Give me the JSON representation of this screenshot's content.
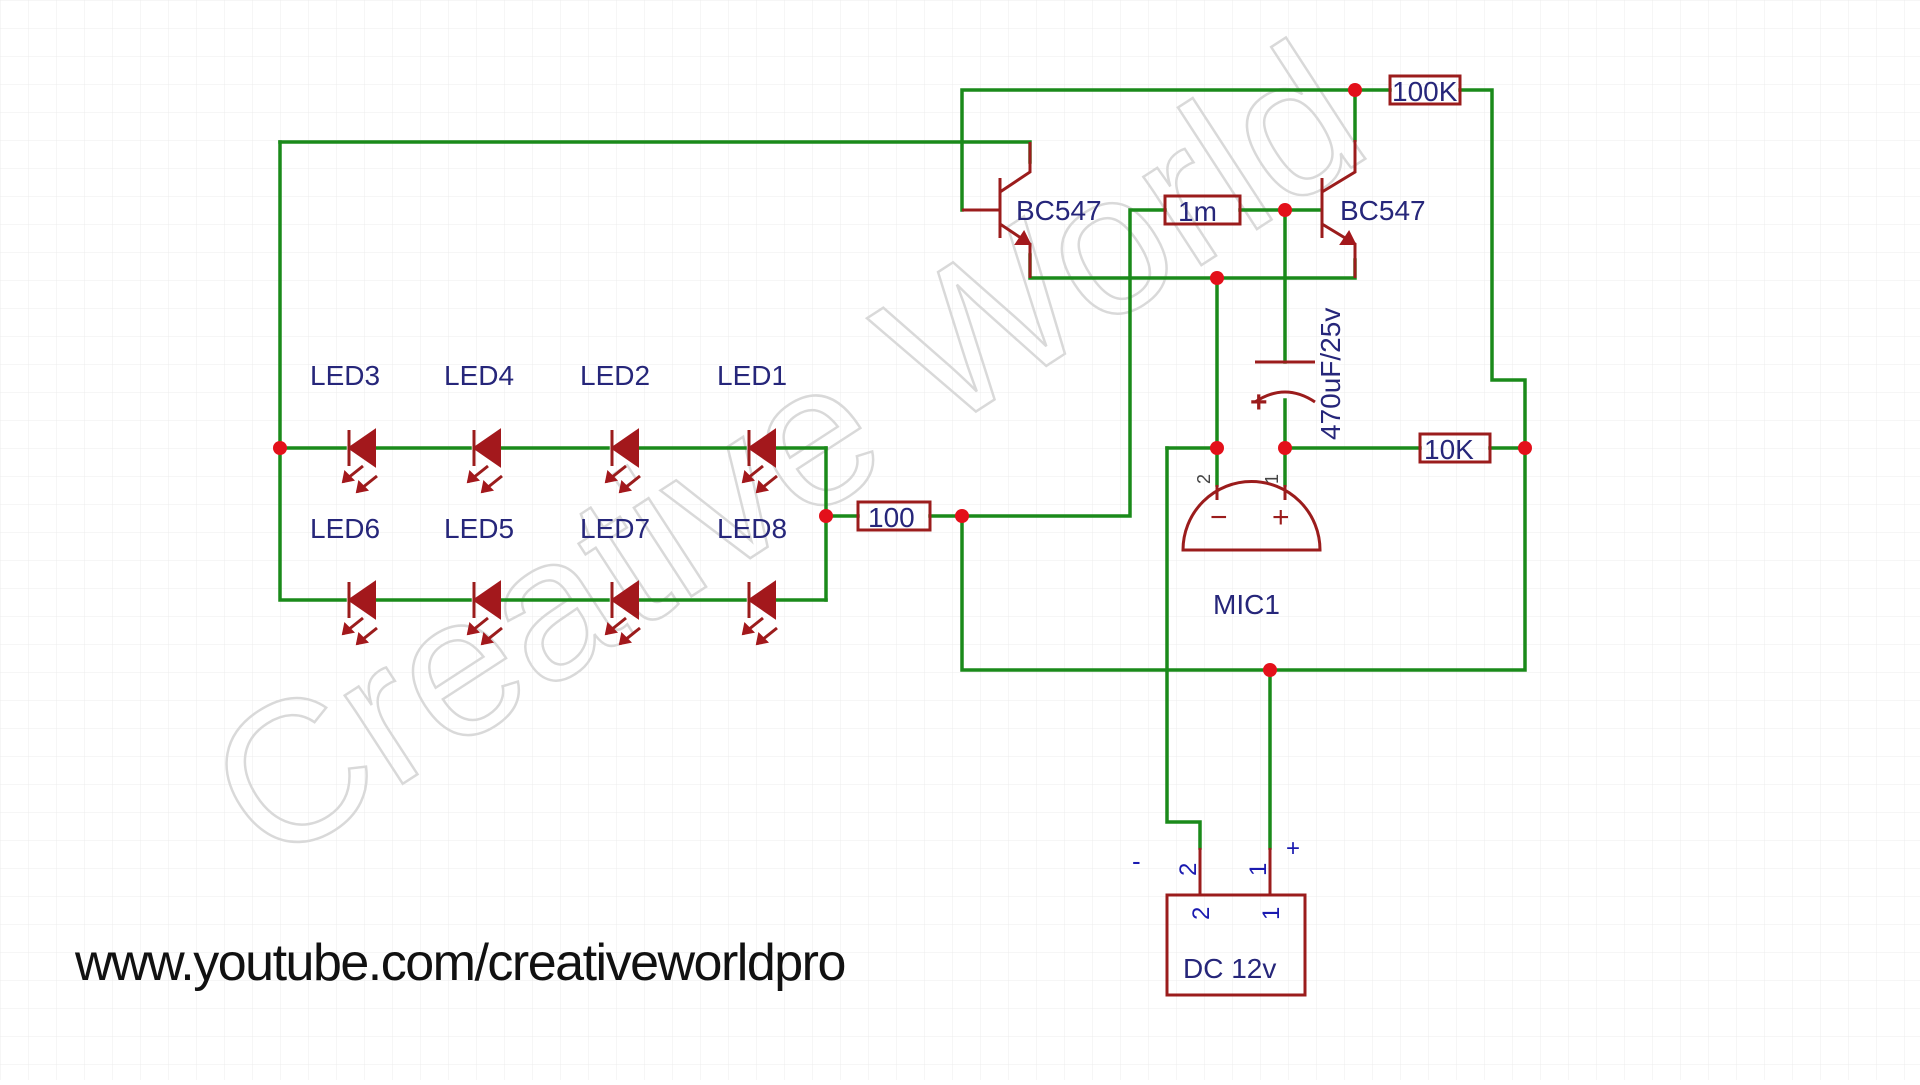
{
  "title": "",
  "watermark": "Creative World",
  "footer_url": "www.youtube.com/creativeworldpro",
  "colors": {
    "wire": "#1a8a1a",
    "component": "#9b1c1c",
    "junction": "#e3101a",
    "label": "#26267a",
    "grid": "#ececec"
  },
  "leds_top": [
    "LED3",
    "LED4",
    "LED2",
    "LED1"
  ],
  "leds_bottom": [
    "LED6",
    "LED5",
    "LED7",
    "LED8"
  ],
  "transistors": {
    "q1": "BC547",
    "q2": "BC547"
  },
  "resistors": {
    "r_100k": "100K",
    "r_1m": "1m",
    "r_10k": "10K",
    "r_100": "100"
  },
  "capacitor": {
    "label": "470uF/25v",
    "plus": "+"
  },
  "microphone": {
    "label": "MIC1",
    "pin2": "2",
    "pin1": "1",
    "minus": "−",
    "plus": "+"
  },
  "power": {
    "label": "DC 12v",
    "pin2": "2",
    "pin1": "1",
    "minus": "-",
    "plus": "+"
  }
}
